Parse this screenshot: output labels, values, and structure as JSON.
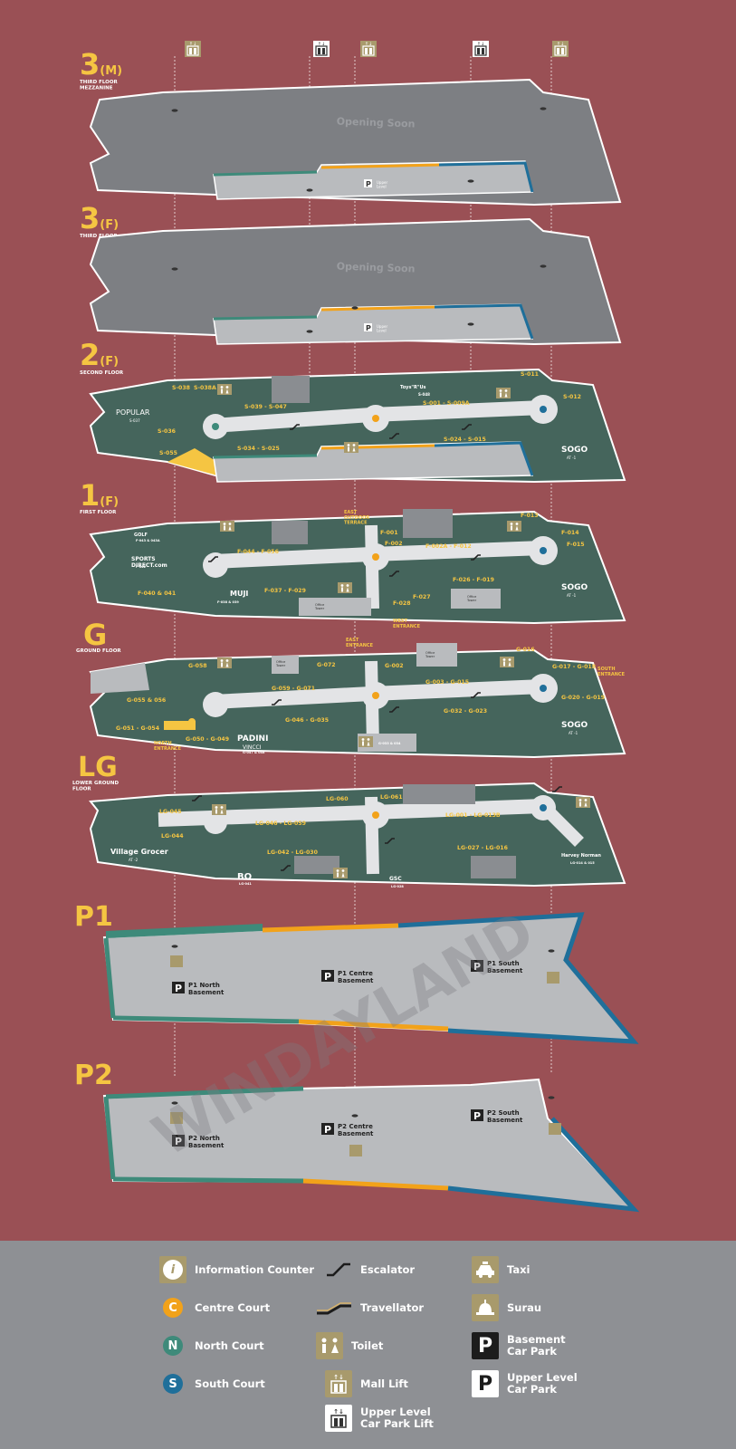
{
  "floors": [
    {
      "id": "3m",
      "big": "3",
      "suffix": "(M)",
      "caption": "THIRD FLOOR\nMEZZANINE"
    },
    {
      "id": "3f",
      "big": "3",
      "suffix": "(F)",
      "caption": "THIRD FLOOR"
    },
    {
      "id": "2f",
      "big": "2",
      "suffix": "(F)",
      "caption": "SECOND FLOOR"
    },
    {
      "id": "1f",
      "big": "1",
      "suffix": "(F)",
      "caption": "FIRST FLOOR"
    },
    {
      "id": "g",
      "big": "G",
      "suffix": "",
      "caption": "GROUND FLOOR"
    },
    {
      "id": "lg",
      "big": "LG",
      "suffix": "",
      "caption": "LOWER GROUND\nFLOOR"
    },
    {
      "id": "p1",
      "big": "P1",
      "suffix": "",
      "caption": ""
    },
    {
      "id": "p2",
      "big": "P2",
      "suffix": "",
      "caption": ""
    }
  ],
  "upper_floor_text": {
    "opening_soon": "Opening Soon",
    "upper_level": "Upper\nLevel"
  },
  "second_floor": {
    "units": [
      "S-038",
      "S-038A",
      "S-039 - S-047",
      "S-001 - S-009A",
      "S-011",
      "S-012",
      "S-036",
      "S-055",
      "S-034 - S-025",
      "S-024 - S-015",
      "S-048"
    ],
    "stores": {
      "popular": "POPULAR",
      "popular_unit": "S-037",
      "sogo": "SOGO",
      "sogo_unit": "AT -1",
      "toys": "Toys\"R\"Us"
    }
  },
  "first_floor": {
    "units": [
      "F-013",
      "F-014",
      "F-015",
      "F-001",
      "F-002",
      "F-044 - F-056",
      "F-002A - F-012",
      "F-040 & 041",
      "F-037 - F-029",
      "F-028",
      "F-027",
      "F-026 - F-019",
      "F-043 & 043A",
      "F-042",
      "F-038 & 039"
    ],
    "labels": {
      "east_terrace": "EAST\nOUTDOOR\nTERRACE",
      "west_entrance": "WEST\nENTRANCE",
      "office_tower": "Office\nTower"
    },
    "stores": {
      "sogo": "SOGO",
      "sogo_unit": "AT -1",
      "sports": "SPORTS\nDIRECT.com",
      "muji": "MUJI",
      "golf": "GOLF"
    }
  },
  "ground_floor": {
    "units": [
      "G-058",
      "G-072",
      "G-002",
      "G-016",
      "G-017 - G-018",
      "G-059 - G-071",
      "G-003 - G-015",
      "G-055 & 056",
      "G-051 - G-054",
      "G-050 - G-049",
      "G-046 - G-035",
      "G-032 - G-023",
      "G-020 - G-019",
      "G-033 & 034",
      "G-047 & 048"
    ],
    "labels": {
      "east_entrance": "EAST\nENTRANCE",
      "north_entrance": "NORTH\nENTRANCE",
      "south_entrance": "SOUTH\nENTRANCE",
      "office_tower": "Office\nTower"
    },
    "stores": {
      "sogo": "SOGO",
      "sogo_unit": "AT -1",
      "padini": "PADINI",
      "vincci": "VINCCI"
    }
  },
  "lower_ground": {
    "units": [
      "LG-060",
      "LG-061",
      "LG-045",
      "LG-046 - LG-059",
      "LG-001 - LG-013B",
      "LG-044",
      "LG-042 - LG-030",
      "LG-027 - LG-016",
      "LG-041",
      "LG-028",
      "LG-014 & 015"
    ],
    "stores": {
      "village": "Village Grocer",
      "village_unit": "AT -2",
      "bo": "BO",
      "harvey": "Harvey Norman",
      "gsc": "GSC"
    }
  },
  "basement": {
    "p1": [
      "P1 North\nBasement",
      "P1 Centre\nBasement",
      "P1 South\nBasement"
    ],
    "p2": [
      "P2 North\nBasement",
      "P2 Centre\nBasement",
      "P2 South\nBasement"
    ]
  },
  "legend": [
    {
      "icon": "info",
      "label": "Information Counter"
    },
    {
      "icon": "centre",
      "label": "Centre Court"
    },
    {
      "icon": "north",
      "label": "North Court"
    },
    {
      "icon": "south",
      "label": "South Court"
    },
    {
      "icon": "escalator",
      "label": "Escalator"
    },
    {
      "icon": "travellator",
      "label": "Travellator"
    },
    {
      "icon": "toilet",
      "label": "Toilet"
    },
    {
      "icon": "lift",
      "label": "Mall Lift"
    },
    {
      "icon": "carparklift",
      "label": "Upper Level\nCar Park Lift"
    },
    {
      "icon": "taxi",
      "label": "Taxi"
    },
    {
      "icon": "surau",
      "label": "Surau"
    },
    {
      "icon": "basement",
      "label": "Basement\nCar Park"
    },
    {
      "icon": "upper",
      "label": "Upper Level\nCar Park"
    }
  ],
  "court_letters": {
    "centre": "C",
    "north": "N",
    "south": "S",
    "info": "i"
  },
  "watermark": "WINDAYLAND",
  "colors": {
    "background": "#9a5055",
    "legend_bg": "#8e9094",
    "gold": "#f5c542",
    "shop": "#45655c",
    "grey_floor": "#7d7f83",
    "light_floor": "#b9bbbe",
    "teal": "#3e8a7a",
    "orange": "#f2a21a",
    "blue": "#1f6f9a",
    "icon_tan": "#a89a6c"
  }
}
